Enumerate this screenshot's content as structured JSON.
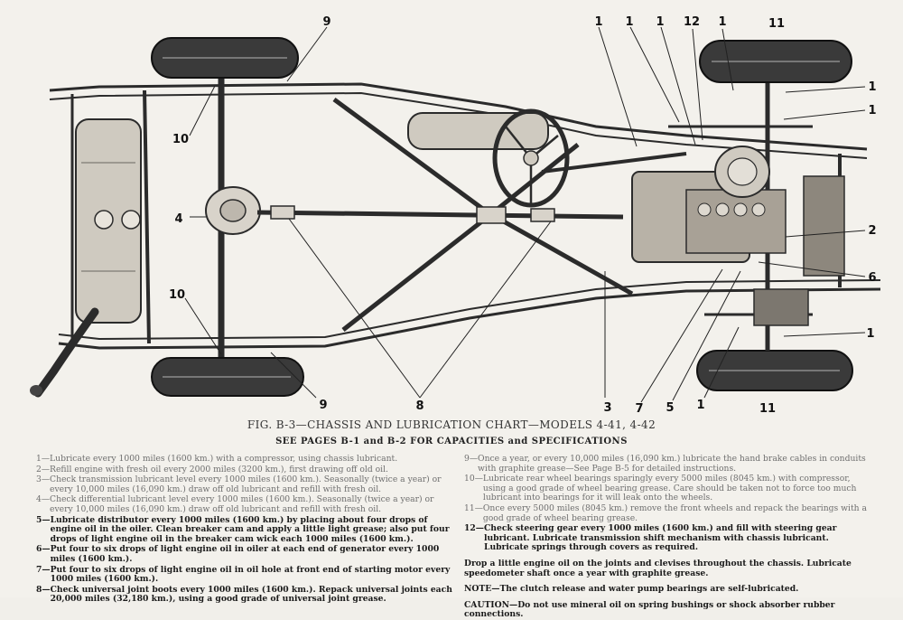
{
  "callouts": [
    {
      "id": "c9-top",
      "text": "9"
    },
    {
      "id": "c10-top",
      "text": "10"
    },
    {
      "id": "c4",
      "text": "4"
    },
    {
      "id": "c10-bottom",
      "text": "10"
    },
    {
      "id": "c9-bottom",
      "text": "9"
    },
    {
      "id": "c8",
      "text": "8"
    },
    {
      "id": "c3",
      "text": "3"
    },
    {
      "id": "c7",
      "text": "7"
    },
    {
      "id": "c5",
      "text": "5"
    },
    {
      "id": "c1-bl",
      "text": "1"
    },
    {
      "id": "c11-bottom",
      "text": "11"
    },
    {
      "id": "c1-t1",
      "text": "1"
    },
    {
      "id": "c1-t2",
      "text": "1"
    },
    {
      "id": "c1-t3",
      "text": "1"
    },
    {
      "id": "c12",
      "text": "12"
    },
    {
      "id": "c1-t4",
      "text": "1"
    },
    {
      "id": "c11-top",
      "text": "11"
    },
    {
      "id": "c1-r1",
      "text": "1"
    },
    {
      "id": "c1-r2",
      "text": "1"
    },
    {
      "id": "c2",
      "text": "2"
    },
    {
      "id": "c6",
      "text": "6"
    },
    {
      "id": "c1-r3",
      "text": "1"
    }
  ],
  "figure": {
    "title": "FIG. B-3—CHASSIS AND LUBRICATION CHART—MODELS 4-41, 4-42",
    "subtitle": "SEE PAGES B-1 and B-2 FOR CAPACITIES and SPECIFICATIONS"
  },
  "notes_left": [
    {
      "num": "1—",
      "text": "Lubricate every 1000 miles (1600 km.) with a compressor, using chassis lubricant."
    },
    {
      "num": "2—",
      "text": "Refill engine with fresh oil every 2000 miles (3200 km.), first drawing off old oil."
    },
    {
      "num": "3—",
      "text": "Check transmission lubricant level every 1000 miles (1600 km.). Seasonally (twice a year) or every 10,000 miles (16,090 km.) draw off old lubricant and refill with fresh oil."
    },
    {
      "num": "4—",
      "text": "Check differential lubricant level every 1000 miles (1600 km.). Seasonally (twice a year) or every 10,000 miles (16,090 km.) draw off old lubricant and refill with fresh oil."
    },
    {
      "num": "5—",
      "text": "Lubricate distributor every 1000 miles (1600 km.) by placing about four drops of engine oil in the oiler. Clean breaker cam and apply a little light grease; also put four drops of light engine oil in the breaker cam wick each 1000 miles (1600 km.)."
    },
    {
      "num": "6—",
      "text": "Put four to six drops of light engine oil in oiler at each end of generator every 1000 miles (1600 km.)."
    },
    {
      "num": "7—",
      "text": "Put four to six drops of light engine oil in oil hole at front end of starting motor every 1000 miles (1600 km.)."
    },
    {
      "num": "8—",
      "text": "Check universal joint boots every 1000 miles (1600 km.). Repack universal joints each 20,000 miles (32,180 km.), using a good grade of universal joint grease."
    }
  ],
  "notes_right": [
    {
      "num": "9—",
      "text": "Once a year, or every 10,000 miles (16,090 km.) lubricate the hand brake cables in conduits with graphite grease—See Page B-5 for detailed instructions."
    },
    {
      "num": "10—",
      "text": "Lubricate rear wheel bearings sparingly every 5000 miles (8045 km.) with compressor, using a good grade of wheel bearing grease. Care should be taken not to force too much lubricant into bearings for it will leak onto the wheels."
    },
    {
      "num": "11—",
      "text": "Once every 5000 miles (8045 km.) remove the front wheels and repack the bearings with a good grade of wheel bearing grease."
    },
    {
      "num": "12—",
      "text": "Check steering gear every 1000 miles (1600 km.) and fill with steering gear lubricant. Lubricate transmission shift mechanism with chassis lubricant. Lubricate springs through covers as required."
    }
  ],
  "paragraphs": {
    "drop": "Drop a little engine oil on the joints and clevises throughout the chassis. Lubricate speedometer shaft once a year with graphite grease.",
    "note_label": "NOTE",
    "note_text": "—The clutch release and water pump bearings are self-lubricated.",
    "caution_label": "CAUTION",
    "caution_text": "—Do not use mineral oil on spring bushings or shock absorber rubber connections."
  }
}
